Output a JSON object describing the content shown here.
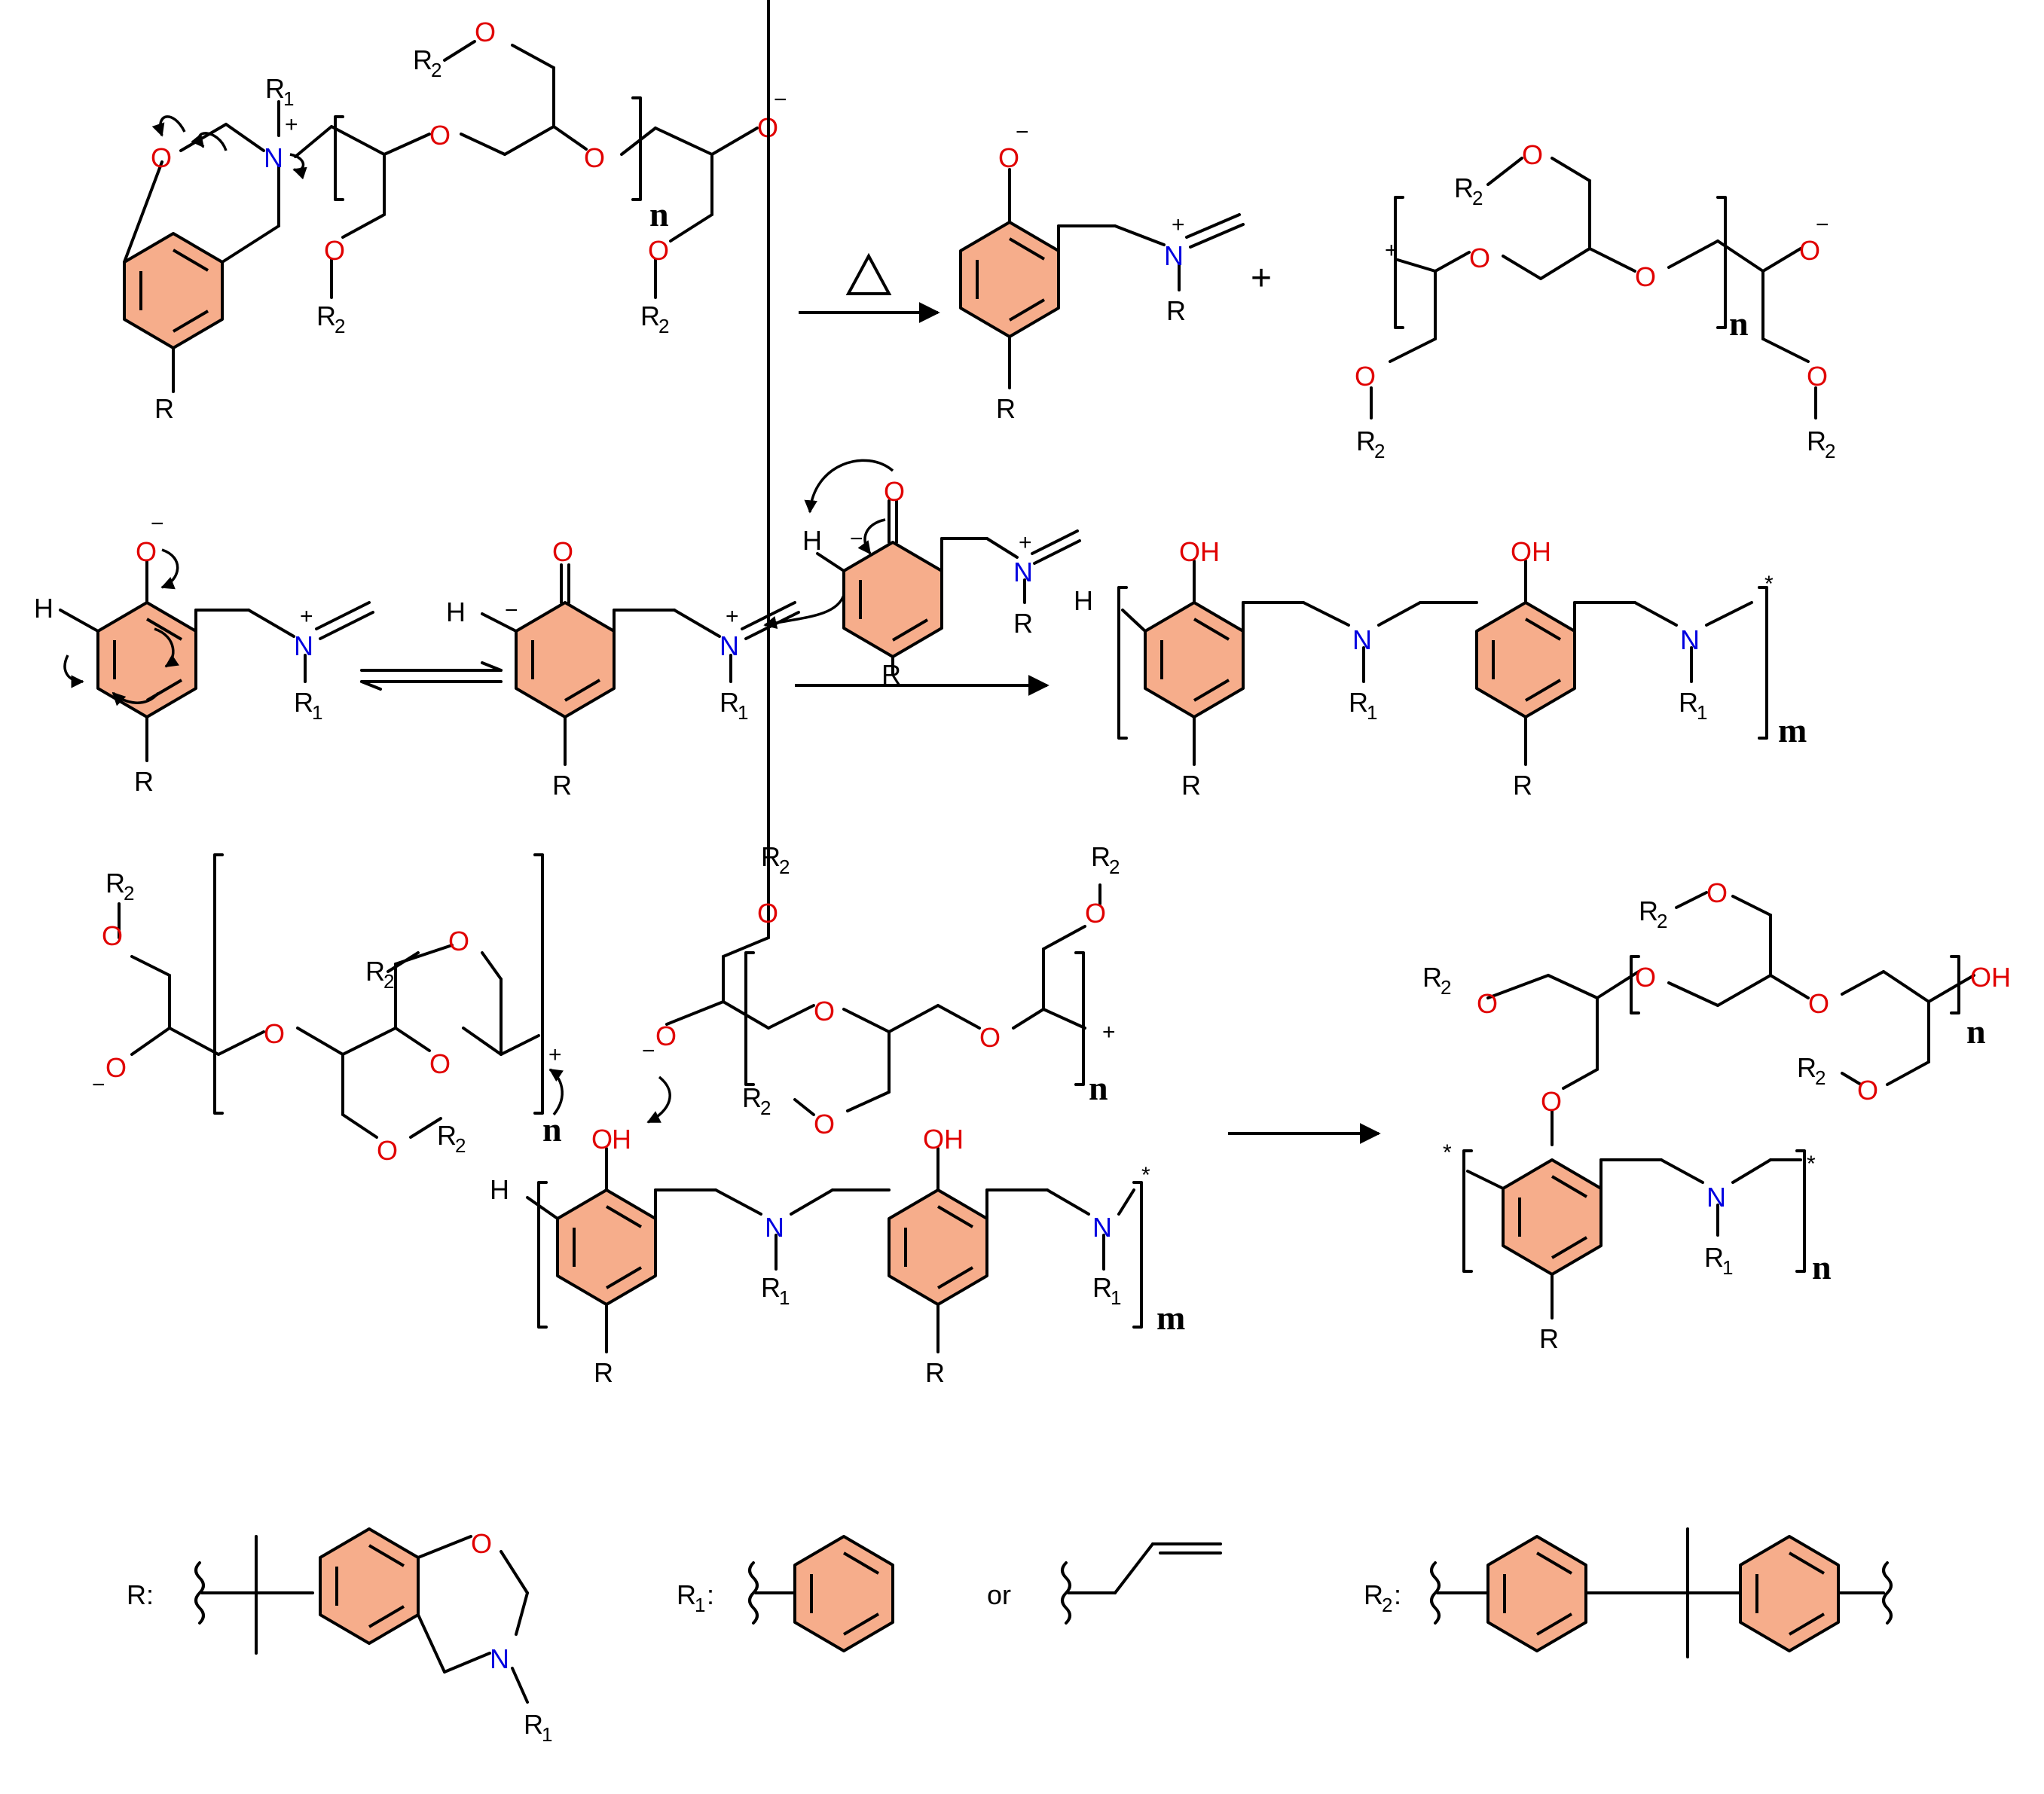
{
  "labels": {
    "O": "O",
    "N": "N",
    "R": "R",
    "R1": "R",
    "R2": "R",
    "sub1": "1",
    "sub2": "2",
    "n": "n",
    "m": "m",
    "H": "H",
    "OH": "OH",
    "plus": "+",
    "minus": "−",
    "star": "*",
    "or": "or",
    "heat": "Δ"
  },
  "legend": {
    "R_label": "R:",
    "R1_label": "R",
    "R2_label": "R",
    "colon": ":"
  },
  "colors": {
    "ring_fill": "#f6ad8b",
    "oxygen": "#e00000",
    "nitrogen": "#0000e0",
    "bond": "#000000"
  }
}
